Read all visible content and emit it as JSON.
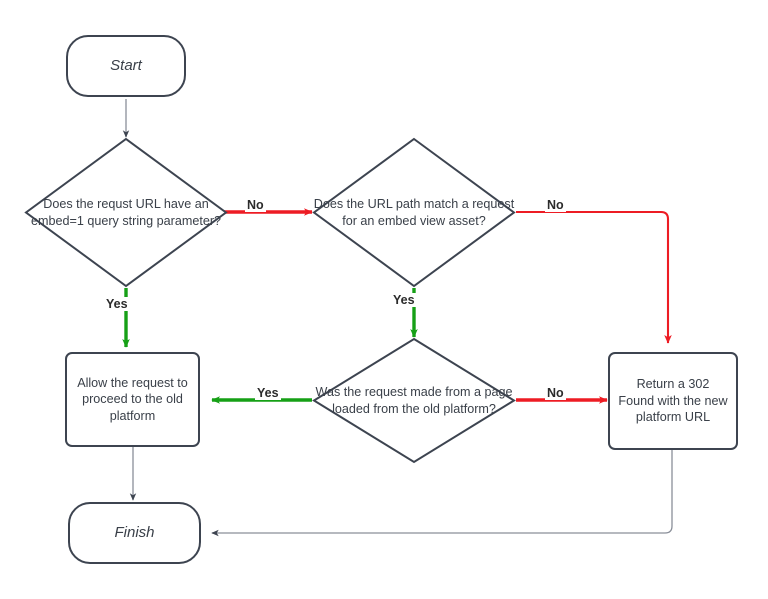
{
  "diagram": {
    "title": "Embed request routing flowchart",
    "colors": {
      "node_border": "#3d4450",
      "node_text": "#3a4049",
      "yes_edge": "#16a016",
      "no_edge": "#ed1c24",
      "plain_edge": "#8a8f99",
      "background": "#ffffff"
    },
    "nodes": [
      {
        "id": "start",
        "type": "terminal",
        "label": "Start"
      },
      {
        "id": "decision-embed-param",
        "type": "decision",
        "label": "Does the requst URL have an embed=1 query string parameter?"
      },
      {
        "id": "decision-embed-asset",
        "type": "decision",
        "label": "Does the URL path match a request for an embed view asset?"
      },
      {
        "id": "decision-old-platform-page",
        "type": "decision",
        "label": "Was the request made from a page loaded from the old platform?"
      },
      {
        "id": "process-allow-old-platform",
        "type": "process",
        "label": "Allow the request to proceed to the old platform"
      },
      {
        "id": "process-return-302",
        "type": "process",
        "label": "Return a 302 Found with the new platform URL"
      },
      {
        "id": "finish",
        "type": "terminal",
        "label": "Finish"
      }
    ],
    "edges": [
      {
        "id": "edge-start-to-d1",
        "from": "start",
        "to": "decision-embed-param",
        "label": "",
        "kind": "plain"
      },
      {
        "id": "edge-d1-no-to-d2",
        "from": "decision-embed-param",
        "to": "decision-embed-asset",
        "label": "No",
        "kind": "no"
      },
      {
        "id": "edge-d1-yes-to-allow",
        "from": "decision-embed-param",
        "to": "process-allow-old-platform",
        "label": "Yes",
        "kind": "yes"
      },
      {
        "id": "edge-d2-yes-to-d3",
        "from": "decision-embed-asset",
        "to": "decision-old-platform-page",
        "label": "Yes",
        "kind": "yes"
      },
      {
        "id": "edge-d2-no-to-302",
        "from": "decision-embed-asset",
        "to": "process-return-302",
        "label": "No",
        "kind": "no"
      },
      {
        "id": "edge-d3-yes-to-allow",
        "from": "decision-old-platform-page",
        "to": "process-allow-old-platform",
        "label": "Yes",
        "kind": "yes"
      },
      {
        "id": "edge-d3-no-to-302",
        "from": "decision-old-platform-page",
        "to": "process-return-302",
        "label": "No",
        "kind": "no"
      },
      {
        "id": "edge-allow-to-finish",
        "from": "process-allow-old-platform",
        "to": "finish",
        "label": "",
        "kind": "plain"
      },
      {
        "id": "edge-302-to-finish",
        "from": "process-return-302",
        "to": "finish",
        "label": "",
        "kind": "plain"
      }
    ]
  }
}
